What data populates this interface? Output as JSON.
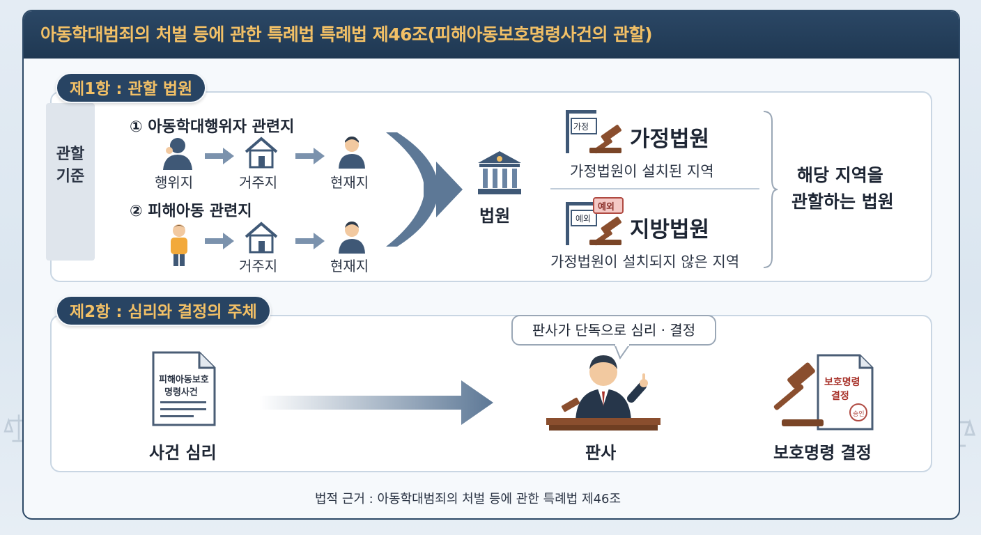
{
  "header": {
    "title": "아동학대범죄의 처벌 등에 관한 특례법 특례법  제46조(피해아동보호명령사건의 관할)"
  },
  "section1": {
    "label": "제1항 : 관할 법원",
    "criteria_label": "관할 기준",
    "group1": {
      "title": "① 아동학대행위자 관련지",
      "items": [
        "행위지",
        "거주지",
        "현재지"
      ]
    },
    "group2": {
      "title": "② 피해아동 관련지",
      "items": [
        "거주지",
        "현재지"
      ]
    },
    "court_label": "법원",
    "family_court": {
      "name": "가정법원",
      "desc": "가정법원이 설치된 지역",
      "sign_text": "가정"
    },
    "district_court": {
      "name": "지방법원",
      "desc": "가정법원이 설치되지 않은 지역",
      "sign_text": "예외",
      "sign_text2": "예외"
    },
    "result": "해당 지역을 관할하는 법원"
  },
  "section2": {
    "label": "제2항 : 심리와 결정의 주체",
    "doc_text": "피해아동보호 명령사건",
    "case_label": "사건 심리",
    "speech": "판사가 단독으로 심리 · 결정",
    "judge_label": "판사",
    "order_doc_text": "보호명령 결정",
    "stamp_text": "승인",
    "order_label": "보호명령 결정"
  },
  "footer": {
    "basis": "법적 근거 : 아동학대범죄의 처벌 등에 관한 특례법 제46조"
  },
  "colors": {
    "navy": "#284463",
    "gold": "#f2c066",
    "arrow": "#5d7896",
    "gavel": "#8a4e2e"
  }
}
